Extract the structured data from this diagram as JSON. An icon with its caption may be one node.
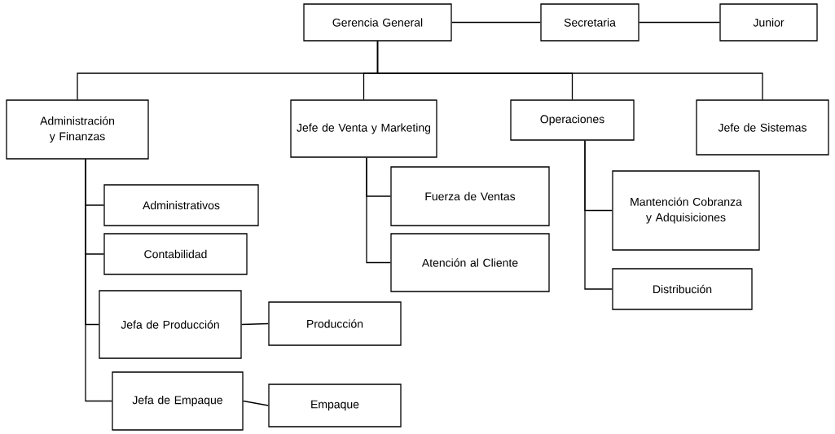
{
  "diagram": {
    "nodes": [
      {
        "text": [
          "Gerencia General"
        ]
      },
      {
        "text": [
          "Secretaria"
        ]
      },
      {
        "text": [
          "Junior"
        ]
      },
      {
        "text": [
          "Administración y Finanzas"
        ]
      },
      {
        "text": [
          "Jefe de Venta y Marketing"
        ]
      },
      {
        "text": [
          "Operaciones"
        ]
      },
      {
        "text": [
          "Jefe de Sistemas"
        ]
      },
      {
        "text": [
          "Administrativos"
        ]
      },
      {
        "text": [
          "Contabilidad"
        ]
      },
      {
        "text": [
          "Fuerza de Ventas"
        ]
      },
      {
        "text": [
          "Atención al Cliente"
        ]
      },
      {
        "text": [
          "Mantención Cobranza y Adquisiciones"
        ]
      },
      {
        "text": [
          "Distribución"
        ]
      },
      {
        "text": [
          "Jefa de Producción"
        ]
      },
      {
        "text": [
          "Producción"
        ]
      },
      {
        "text": [
          "Jefa de Empaque"
        ]
      },
      {
        "text": [
          "Empaque"
        ]
      }
    ],
    "edges": [
      {
        "from": 0,
        "to": 1,
        "arrow": "none"
      },
      {
        "from": 1,
        "to": 2,
        "arrow": "none"
      },
      {
        "from": 0,
        "to": 3,
        "arrow": "none"
      },
      {
        "from": 0,
        "to": 4,
        "arrow": "none"
      },
      {
        "from": 0,
        "to": 5,
        "arrow": "none"
      },
      {
        "from": 0,
        "to": 6,
        "arrow": "none"
      },
      {
        "from": 3,
        "to": 7,
        "arrow": "none"
      },
      {
        "from": 3,
        "to": 8,
        "arrow": "none"
      },
      {
        "from": 3,
        "to": 13,
        "arrow": "none"
      },
      {
        "from": 3,
        "to": 15,
        "arrow": "none"
      },
      {
        "from": 4,
        "to": 9,
        "arrow": "none"
      },
      {
        "from": 4,
        "to": 10,
        "arrow": "none"
      },
      {
        "from": 5,
        "to": 11,
        "arrow": "none"
      },
      {
        "from": 5,
        "to": 12,
        "arrow": "none"
      },
      {
        "from": 13,
        "to": 14,
        "arrow": "none"
      },
      {
        "from": 15,
        "to": 16,
        "arrow": "none"
      }
    ]
  }
}
